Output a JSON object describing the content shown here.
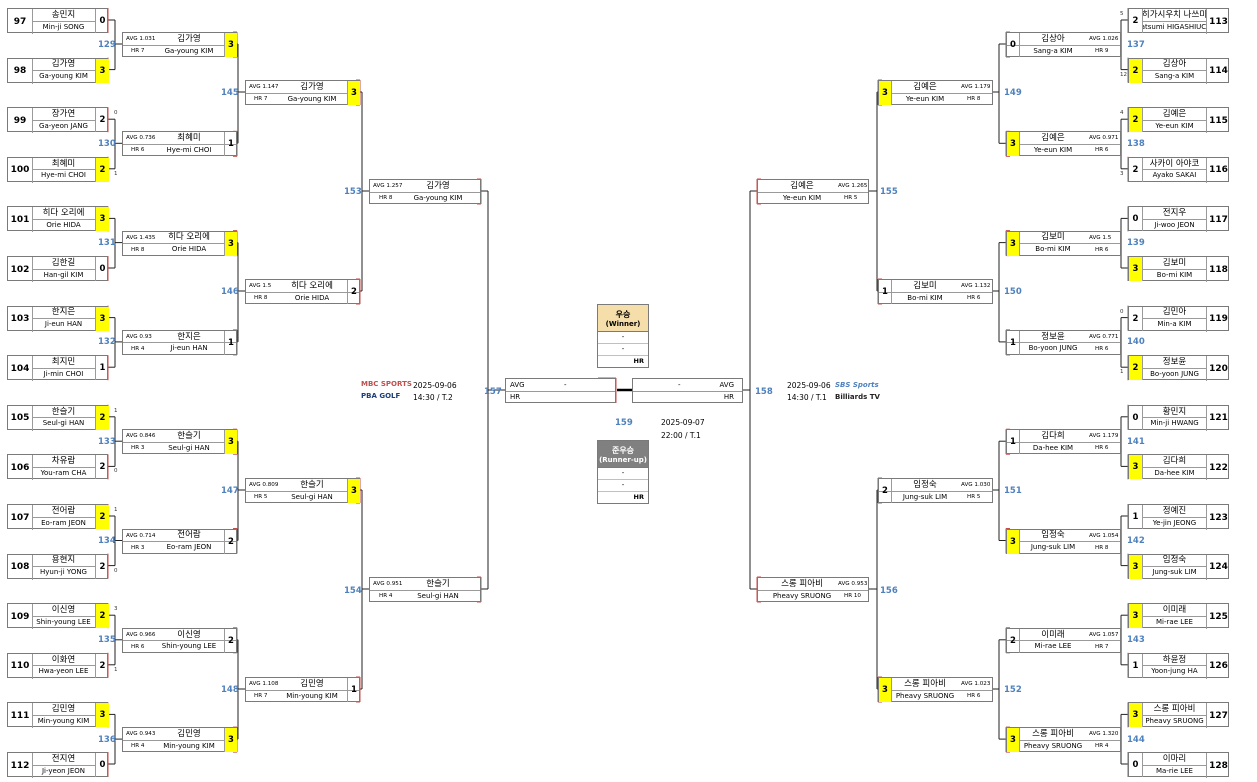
{
  "first_round": [
    {
      "seed": "97",
      "kn": "송민지",
      "en": "Min-ji SONG",
      "score": "0",
      "win": false
    },
    {
      "seed": "98",
      "kn": "김가영",
      "en": "Ga-young KIM",
      "score": "3",
      "win": true
    },
    {
      "seed": "99",
      "kn": "장가연",
      "en": "Ga-yeon JANG",
      "score": "2",
      "win": false,
      "sub": "0"
    },
    {
      "seed": "100",
      "kn": "최혜미",
      "en": "Hye-mi CHOI",
      "score": "2",
      "win": true,
      "sub": "1"
    },
    {
      "seed": "101",
      "kn": "히다 오리에",
      "en": "Orie HIDA",
      "score": "3",
      "win": true
    },
    {
      "seed": "102",
      "kn": "김한길",
      "en": "Han-gil KIM",
      "score": "0",
      "win": false
    },
    {
      "seed": "103",
      "kn": "한지은",
      "en": "Ji-eun HAN",
      "score": "3",
      "win": true
    },
    {
      "seed": "104",
      "kn": "최지민",
      "en": "Ji-min CHOI",
      "score": "1",
      "win": false
    },
    {
      "seed": "105",
      "kn": "한슬기",
      "en": "Seul-gi HAN",
      "score": "2",
      "win": true,
      "sub": "1"
    },
    {
      "seed": "106",
      "kn": "차유람",
      "en": "You-ram CHA",
      "score": "2",
      "win": false,
      "sub": "0"
    },
    {
      "seed": "107",
      "kn": "전어람",
      "en": "Eo-ram JEON",
      "score": "2",
      "win": true,
      "sub": "1"
    },
    {
      "seed": "108",
      "kn": "용현지",
      "en": "Hyun-ji YONG",
      "score": "2",
      "win": false,
      "sub": "0"
    },
    {
      "seed": "109",
      "kn": "이신영",
      "en": "Shin-young LEE",
      "score": "2",
      "win": true,
      "sub": "3"
    },
    {
      "seed": "110",
      "kn": "이화연",
      "en": "Hwa-yeon LEE",
      "score": "2",
      "win": false,
      "sub": "1"
    },
    {
      "seed": "111",
      "kn": "김민영",
      "en": "Min-young KIM",
      "score": "3",
      "win": true
    },
    {
      "seed": "112",
      "kn": "전지연",
      "en": "Ji-yeon JEON",
      "score": "0",
      "win": false
    },
    {
      "seed": "113",
      "kn": "히가시우치 나쓰미",
      "en": "Natsumi HIGASHIUCHI",
      "score": "2",
      "win": false,
      "sub": "5"
    },
    {
      "seed": "114",
      "kn": "김상아",
      "en": "Sang-a KIM",
      "score": "2",
      "win": true,
      "sub": "12"
    },
    {
      "seed": "115",
      "kn": "김예은",
      "en": "Ye-eun KIM",
      "score": "2",
      "win": true,
      "sub": "4"
    },
    {
      "seed": "116",
      "kn": "사카이 아야코",
      "en": "Ayako SAKAI",
      "score": "2",
      "win": false,
      "sub": "3"
    },
    {
      "seed": "117",
      "kn": "전지우",
      "en": "Ji-woo JEON",
      "score": "0",
      "win": false
    },
    {
      "seed": "118",
      "kn": "김보미",
      "en": "Bo-mi KIM",
      "score": "3",
      "win": true
    },
    {
      "seed": "119",
      "kn": "김민아",
      "en": "Min-a KIM",
      "score": "2",
      "win": false,
      "sub": "0"
    },
    {
      "seed": "120",
      "kn": "정보윤",
      "en": "Bo-yoon JUNG",
      "score": "2",
      "win": true,
      "sub": "1"
    },
    {
      "seed": "121",
      "kn": "황민지",
      "en": "Min-ji HWANG",
      "score": "0",
      "win": false
    },
    {
      "seed": "122",
      "kn": "김다희",
      "en": "Da-hee KIM",
      "score": "3",
      "win": true
    },
    {
      "seed": "123",
      "kn": "정예진",
      "en": "Ye-jin JEONG",
      "score": "1",
      "win": false
    },
    {
      "seed": "124",
      "kn": "임정숙",
      "en": "Jung-suk LIM",
      "score": "3",
      "win": true
    },
    {
      "seed": "125",
      "kn": "이미래",
      "en": "Mi-rae LEE",
      "score": "3",
      "win": true
    },
    {
      "seed": "126",
      "kn": "하윤정",
      "en": "Yoon-jung HA",
      "score": "1",
      "win": false
    },
    {
      "seed": "127",
      "kn": "스롱 피아비",
      "en": "Pheavy SRUONG",
      "score": "3",
      "win": true
    },
    {
      "seed": "128",
      "kn": "이마리",
      "en": "Ma-rie LEE",
      "score": "0",
      "win": false
    }
  ],
  "second_round": [
    {
      "kn": "김가영",
      "en": "Ga-young KIM",
      "avg": "AVG 1.031",
      "hr": "HR 7",
      "score": "3",
      "win": true
    },
    {
      "kn": "최혜미",
      "en": "Hye-mi CHOI",
      "avg": "AVG 0.736",
      "hr": "HR 6",
      "score": "1",
      "win": false
    },
    {
      "kn": "히다 오리에",
      "en": "Orie HIDA",
      "avg": "AVG 1.435",
      "hr": "HR 8",
      "score": "3",
      "win": true
    },
    {
      "kn": "한지은",
      "en": "Ji-eun HAN",
      "avg": "AVG 0.93",
      "hr": "HR 4",
      "score": "1",
      "win": false
    },
    {
      "kn": "한슬기",
      "en": "Seul-gi HAN",
      "avg": "AVG 0.846",
      "hr": "HR 3",
      "score": "3",
      "win": true
    },
    {
      "kn": "전어람",
      "en": "Eo-ram JEON",
      "avg": "AVG 0.714",
      "hr": "HR 3",
      "score": "2",
      "win": false
    },
    {
      "kn": "이신영",
      "en": "Shin-young LEE",
      "avg": "AVG 0.966",
      "hr": "HR 6",
      "score": "2",
      "win": false
    },
    {
      "kn": "김민영",
      "en": "Min-young KIM",
      "avg": "AVG 0.943",
      "hr": "HR 4",
      "score": "3",
      "win": true
    },
    {
      "kn": "김상아",
      "en": "Sang-a KIM",
      "avg": "AVG 1.026",
      "hr": "HR 9",
      "score": "0",
      "win": false
    },
    {
      "kn": "김예은",
      "en": "Ye-eun KIM",
      "avg": "AVG 0.971",
      "hr": "HR 6",
      "score": "3",
      "win": true
    },
    {
      "kn": "김보미",
      "en": "Bo-mi KIM",
      "avg": "AVG 1.5",
      "hr": "HR 6",
      "score": "3",
      "win": true
    },
    {
      "kn": "정보윤",
      "en": "Bo-yoon JUNG",
      "avg": "AVG 0.771",
      "hr": "HR 6",
      "score": "1",
      "win": false
    },
    {
      "kn": "김다희",
      "en": "Da-hee KIM",
      "avg": "AVG 1.179",
      "hr": "HR 6",
      "score": "1",
      "win": false
    },
    {
      "kn": "임정숙",
      "en": "Jung-suk LIM",
      "avg": "AVG 1.054",
      "hr": "HR 8",
      "score": "3",
      "win": true
    },
    {
      "kn": "이미래",
      "en": "Mi-rae LEE",
      "avg": "AVG 1.057",
      "hr": "HR 7",
      "score": "2",
      "win": false
    },
    {
      "kn": "스롱 피아비",
      "en": "Pheavy SRUONG",
      "avg": "AVG 1.320",
      "hr": "HR 4",
      "score": "3",
      "win": true
    }
  ],
  "third_round": [
    {
      "kn": "김가영",
      "en": "Ga-young KIM",
      "avg": "AVG 1.147",
      "hr": "HR 7",
      "score": "3",
      "win": true
    },
    {
      "kn": "히다 오리에",
      "en": "Orie HIDA",
      "avg": "AVG 1.5",
      "hr": "HR 8",
      "score": "2",
      "win": false
    },
    {
      "kn": "한슬기",
      "en": "Seul-gi HAN",
      "avg": "AVG 0.809",
      "hr": "HR 5",
      "score": "3",
      "win": true
    },
    {
      "kn": "김민영",
      "en": "Min-young KIM",
      "avg": "AVG 1.108",
      "hr": "HR 7",
      "score": "1",
      "win": false
    },
    {
      "kn": "김예은",
      "en": "Ye-eun KIM",
      "avg": "AVG 1.179",
      "hr": "HR 8",
      "score": "3",
      "win": true
    },
    {
      "kn": "김보미",
      "en": "Bo-mi KIM",
      "avg": "AVG 1.132",
      "hr": "HR 6",
      "score": "1",
      "win": false
    },
    {
      "kn": "임정숙",
      "en": "Jung-suk LIM",
      "avg": "AVG 1.030",
      "hr": "HR 5",
      "score": "2",
      "win": false
    },
    {
      "kn": "스롱 피아비",
      "en": "Pheavy SRUONG",
      "avg": "AVG 1.023",
      "hr": "HR 6",
      "score": "3",
      "win": true
    }
  ],
  "semifinal": [
    {
      "kn": "김가영",
      "en": "Ga-young KIM",
      "avg": "AVG 1.257",
      "hr": "HR 8"
    },
    {
      "kn": "한슬기",
      "en": "Seul-gi HAN",
      "avg": "AVG 0.951",
      "hr": "HR 4"
    },
    {
      "kn": "김예은",
      "en": "Ye-eun KIM",
      "avg": "AVG 1.265",
      "hr": "HR 5"
    },
    {
      "kn": "스롱 피아비",
      "en": "Pheavy SRUONG",
      "avg": "AVG 0.953",
      "hr": "HR 10"
    }
  ],
  "match_numbers": {
    "m129": "129",
    "m130": "130",
    "m131": "131",
    "m132": "132",
    "m133": "133",
    "m134": "134",
    "m135": "135",
    "m136": "136",
    "m137": "137",
    "m138": "138",
    "m139": "139",
    "m140": "140",
    "m141": "141",
    "m142": "142",
    "m143": "143",
    "m144": "144",
    "m145": "145",
    "m146": "146",
    "m147": "147",
    "m148": "148",
    "m149": "149",
    "m150": "150",
    "m151": "151",
    "m152": "152",
    "m153": "153",
    "m154": "154",
    "m155": "155",
    "m156": "156",
    "m157": "157",
    "m158": "158",
    "m159": "159"
  },
  "final": {
    "avg_label": "AVG",
    "hr_label": "HR",
    "dash": "-",
    "left_date": "2025-09-06",
    "left_time": "14:30 / T.2",
    "right_date": "2025-09-06",
    "right_time": "14:30 / T.1",
    "third_date": "2025-09-07",
    "third_time": "22:00 / T.1"
  },
  "winner_box": {
    "title": "우승",
    "subtitle": "(Winner)",
    "line1": "-",
    "line2": "-",
    "hr": "HR",
    "color": "#f6deaa"
  },
  "runnerup_box": {
    "title": "준우승",
    "subtitle": "(Runner-up)",
    "line1": "-",
    "line2": "-",
    "hr": "HR",
    "color": "#808080"
  },
  "logos": {
    "mbc": "MBC SPORTS",
    "pba": "PBA GOLF",
    "sbs": "SBS Sports",
    "billiards": "Billiards TV"
  },
  "colors": {
    "winner_highlight": "#ffff00",
    "match_number": "#4f81bd",
    "connector": "#c0504d"
  }
}
